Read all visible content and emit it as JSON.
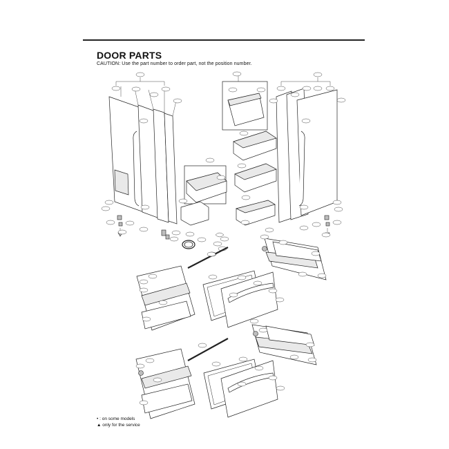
{
  "header": {
    "title": "DOOR PARTS",
    "caution": "CAUTION: Use the part number to order part, not the position number."
  },
  "legend": {
    "line1_symbol": "•",
    "line1_text": ": on some models",
    "line2_symbol": "▲",
    "line2_text": "only for the service"
  },
  "colors": {
    "line": "#222222",
    "background": "#ffffff",
    "shading": "#e9e9e9"
  }
}
